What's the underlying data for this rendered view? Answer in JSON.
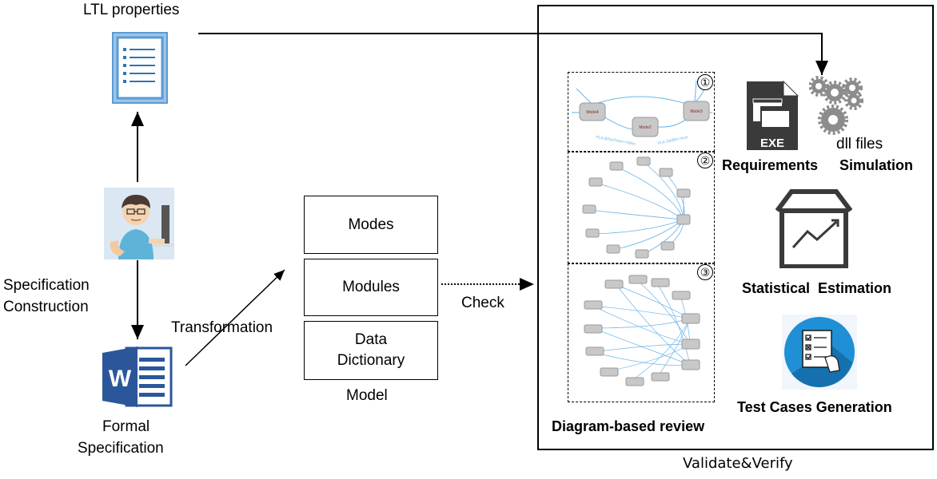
{
  "ltl": {
    "label": "LTL properties"
  },
  "person": {
    "label_line1": "Specification",
    "label_line2": "Construction"
  },
  "formal": {
    "label_line1": "Formal",
    "label_line2": "Specification"
  },
  "transformation": {
    "label": "Transformation"
  },
  "model": {
    "caption": "Model",
    "boxes": [
      {
        "label": "Modes"
      },
      {
        "label": "Modules"
      },
      {
        "label_line1": "Data",
        "label_line2": "Dictionary"
      }
    ]
  },
  "check": {
    "label": "Check"
  },
  "validate": {
    "caption": "Validate&Verify",
    "diagram_review": {
      "label": "Diagram-based review",
      "panel_numbers": [
        "①",
        "②",
        "③"
      ],
      "panel1_nodes": [
        "Mode4",
        "Mode2",
        "Mode3"
      ],
      "panel1_edge_labels": [
        "PLA.BfSetTime=>false",
        "PLA.SetBit=>true"
      ]
    },
    "exe_badge": "EXE",
    "dll_label": "dll files",
    "requirements_label": "Requirements",
    "simulation_label": "Simulation",
    "statistical_label": "Statistical  Estimation",
    "test_cases_label": "Test Cases Generation"
  },
  "colors": {
    "word_blue": "#2b579a",
    "doc_blue": "#5b9bd5",
    "test_blue": "#1f8fd6",
    "edge_blue": "#6ab4e8"
  },
  "icons": [
    "document-icon",
    "programmer-icon",
    "word-icon",
    "exe-file-icon",
    "gears-icon",
    "chart-box-icon",
    "checklist-icon"
  ]
}
